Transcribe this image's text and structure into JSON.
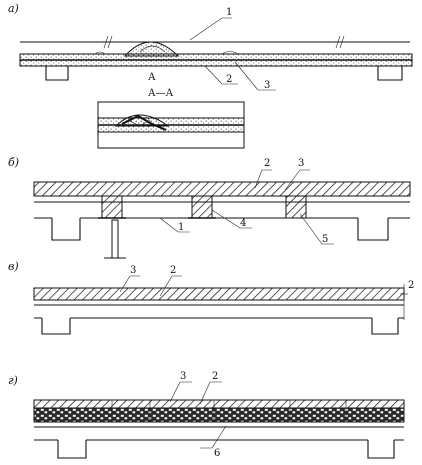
{
  "figure": {
    "panel_a": {
      "label": "а)",
      "callout_1": "1",
      "callout_2": "2",
      "callout_3": "3",
      "section_mark": "А"
    },
    "detail": {
      "label": "А—А"
    },
    "panel_b": {
      "label": "б)",
      "callout_1": "1",
      "callout_2": "2",
      "callout_3": "3",
      "callout_4": "4",
      "callout_5": "5"
    },
    "panel_v": {
      "label": "в)",
      "callout_2_left": "2",
      "callout_3": "3",
      "callout_2_right": "2"
    },
    "panel_g": {
      "label": "г)",
      "callout_2": "2",
      "callout_3": "3",
      "callout_6": "6"
    }
  }
}
